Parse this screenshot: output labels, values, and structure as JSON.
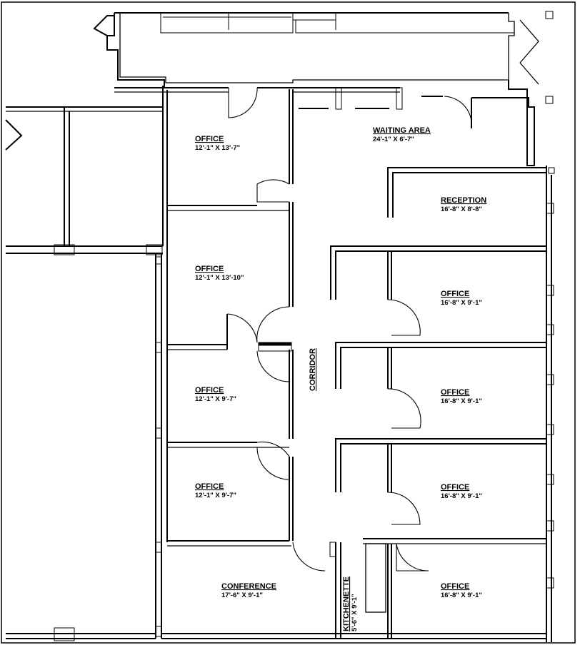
{
  "plan_title": "",
  "rooms": [
    {
      "id": "office-1",
      "name": "OFFICE",
      "dims": "12'-1\" X 13'-7\""
    },
    {
      "id": "waiting-area",
      "name": "WAITING AREA",
      "dims": "24'-1\" X 6'-7\""
    },
    {
      "id": "reception",
      "name": "RECEPTION",
      "dims": "16'-8\" X 8'-8\""
    },
    {
      "id": "office-2",
      "name": "OFFICE",
      "dims": "12'-1\" X 13'-10\""
    },
    {
      "id": "office-3",
      "name": "OFFICE",
      "dims": "16'-8\" X 9'-1\""
    },
    {
      "id": "office-4",
      "name": "OFFICE",
      "dims": "12'-1\" X 9'-7\""
    },
    {
      "id": "office-5",
      "name": "OFFICE",
      "dims": "16'-8\" X 9'-1\""
    },
    {
      "id": "office-6",
      "name": "OFFICE",
      "dims": "12'-1\" X 9'-7\""
    },
    {
      "id": "office-7",
      "name": "OFFICE",
      "dims": "16'-8\" X 9'-1\""
    },
    {
      "id": "conference",
      "name": "CONFERENCE",
      "dims": "17'-6\" X 9'-1\""
    },
    {
      "id": "office-8",
      "name": "OFFICE",
      "dims": "16'-8\" X 9'-1\""
    }
  ],
  "corridor": {
    "name": "CORRIDOR"
  },
  "kitchenette": {
    "name": "KITCHENETTE",
    "dims": "5'-6\" X 9'-1\""
  }
}
